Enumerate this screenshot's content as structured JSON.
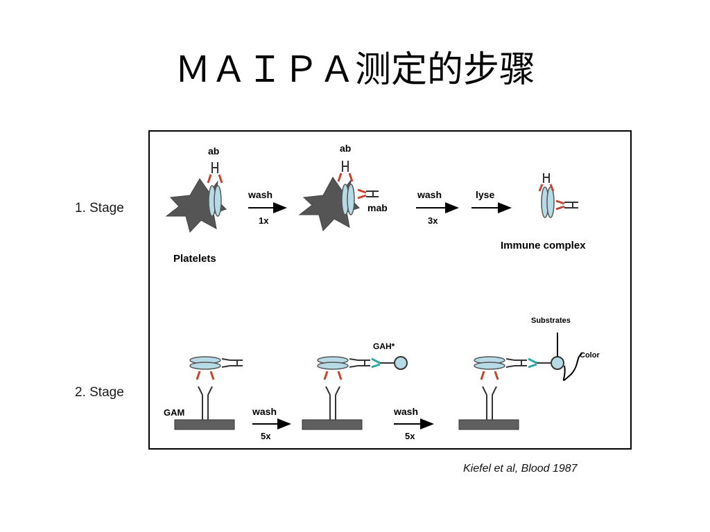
{
  "slide": {
    "title": "ＭＡＩＰＡ测定的步骤",
    "stage1_label": "1. Stage",
    "stage2_label": "2. Stage",
    "citation": "Kiefel et al, Blood 1987"
  },
  "diagram": {
    "stage1": {
      "ab_label_1": "ab",
      "ab_label_2": "ab",
      "platelets_label": "Platelets",
      "step1_top": "wash",
      "step1_bottom": "1x",
      "mab_label": "mab",
      "step2_top": "wash",
      "step2_bottom": "3x",
      "step3_top": "lyse",
      "immune_label": "Immune complex"
    },
    "stage2": {
      "gam_label": "GAM",
      "step1_top": "wash",
      "step1_bottom": "5x",
      "gah_label": "GAH*",
      "step2_top": "wash",
      "step2_bottom": "5x",
      "substrates_label": "Substrates",
      "color_label": "Color"
    },
    "colors": {
      "platelet": "#555555",
      "glycoprotein": "#b7dbe6",
      "antibody_red": "#c8432e",
      "antibody_teal": "#2aa6a6",
      "plate": "#5f5f5f"
    }
  }
}
